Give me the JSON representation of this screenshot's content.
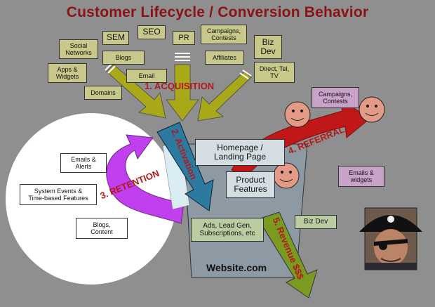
{
  "title": "Customer Lifecycle / Conversion Behavior",
  "acquisition_sources": {
    "social_networks": "Social\nNetworks",
    "sem": "SEM",
    "seo": "SEO",
    "pr": "PR",
    "campaigns_contests": "Campaigns,\nContests",
    "biz_dev": "Biz\nDev",
    "blogs": "Blogs",
    "affiliates": "Affiliates",
    "apps_widgets": "Apps &\nWidgets",
    "email": "Email",
    "direct": "Direct, Tel,\nTV",
    "domains": "Domains"
  },
  "stages": {
    "acquisition": "1. ACQUISITION",
    "activation": "2. Activation",
    "retention": "3. RETENTION",
    "referral": "4. REFERRAL",
    "revenue": "5. Revenue $$$"
  },
  "website": {
    "homepage": "Homepage /\nLanding Page",
    "product_features": "Product\nFeatures",
    "revenue_types": "Ads, Lead Gen,\nSubscriptions, etc",
    "label": "Website.com"
  },
  "retention_channels": {
    "emails_alerts": "Emails &\nAlerts",
    "system_events": "System Events &\nTime-based Features",
    "blogs_content": "Blogs,\nContent"
  },
  "referral_channels": {
    "campaigns_contests": "Campaigns,\nContests",
    "emails_widgets": "Emails &\nwidgets"
  },
  "revenue_partner": "Biz Dev",
  "colors": {
    "background": "#8f8f8f",
    "title": "#8a1414",
    "olive_arrow": "#a8a818",
    "olive_box": "#c8c88a",
    "retention_arrow": "#c040f0",
    "referral_arrow": "#c01818",
    "activation_arrow": "#2c7aa0",
    "revenue_arrow": "#7a9a22",
    "purple_box": "#c9a2c9",
    "smiley": "#e39a86"
  }
}
